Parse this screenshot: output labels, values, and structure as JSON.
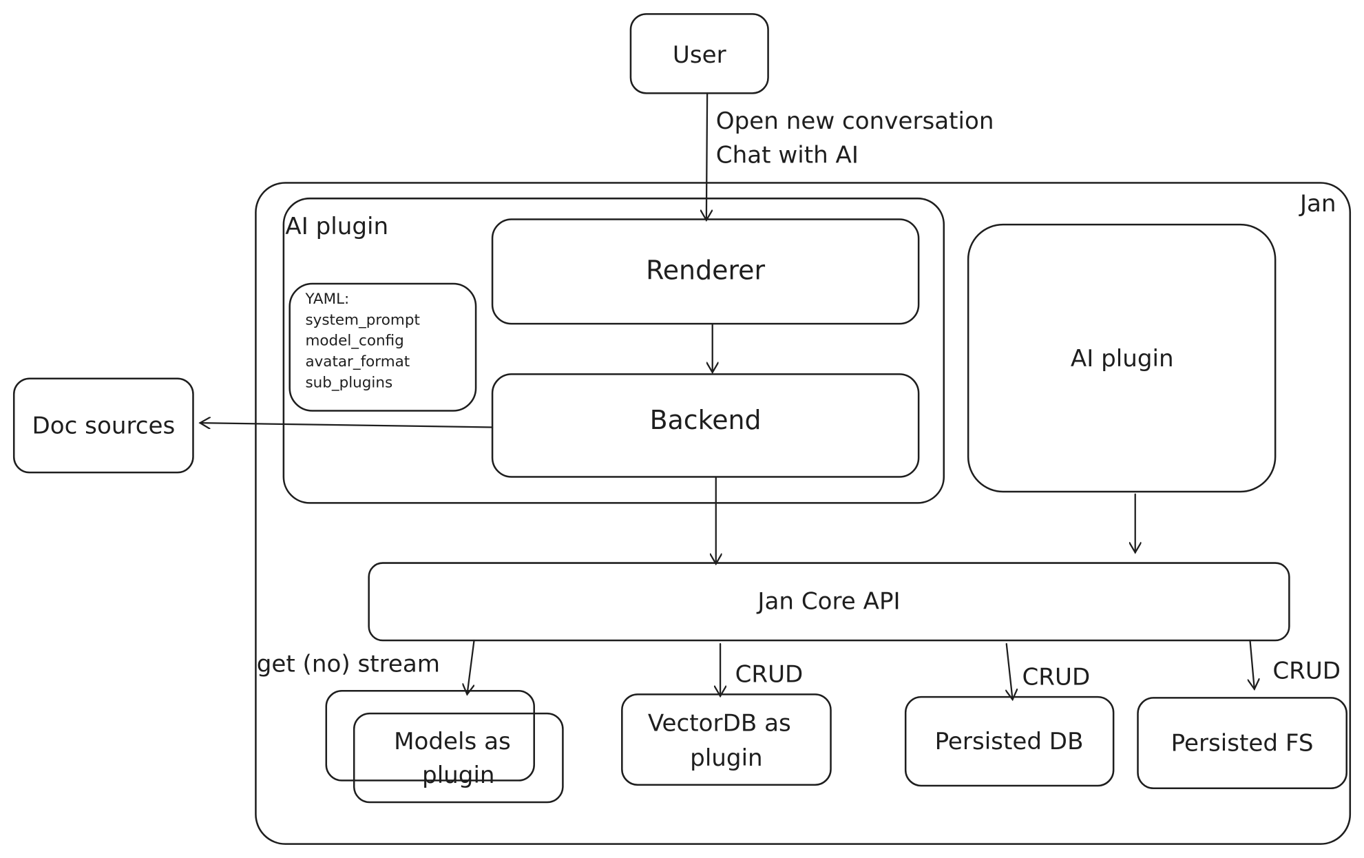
{
  "nodes": {
    "user": "User",
    "jan": "Jan",
    "ai_plugin_group": "AI plugin",
    "renderer": "Renderer",
    "backend": "Backend",
    "yaml": [
      "YAML:",
      "system_prompt",
      "model_config",
      "avatar_format",
      "sub_plugins"
    ],
    "ai_plugin_right": "AI plugin",
    "doc_sources": "Doc sources",
    "core_api": "Jan Core API",
    "models": [
      "Models as",
      "plugin"
    ],
    "vectordb": [
      "VectorDB as",
      "plugin"
    ],
    "persisted_db": "Persisted DB",
    "persisted_fs": "Persisted FS"
  },
  "edges": {
    "user_to_renderer": [
      "Open new conversation",
      "Chat with AI"
    ],
    "core_to_models": "get (no) stream",
    "core_to_vectordb": "CRUD",
    "core_to_db": "CRUD",
    "core_to_fs": "CRUD"
  }
}
